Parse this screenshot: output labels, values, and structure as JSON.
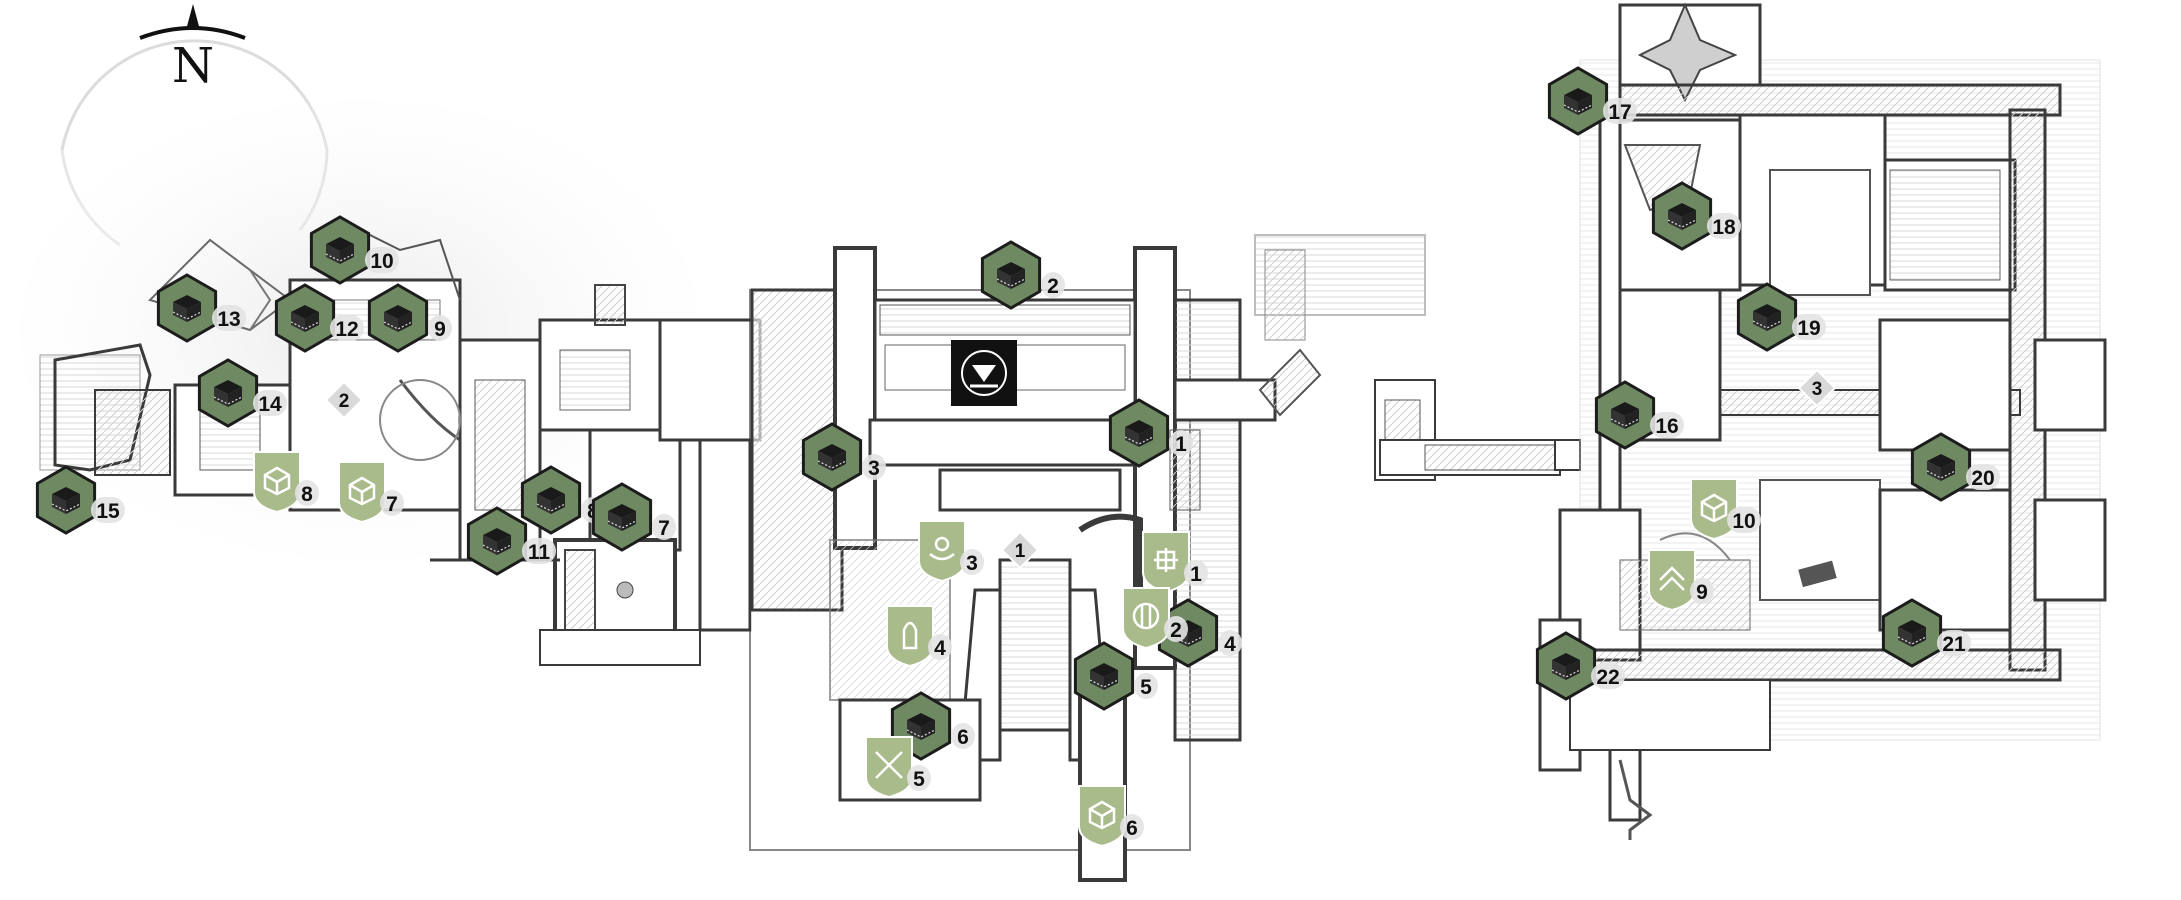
{
  "compass": {
    "label": "N"
  },
  "colors": {
    "hex_fill": "#6f8a63",
    "hex_border": "#1c1c1c",
    "shield_fill": "#a9bb8b",
    "wall": "#3a3a3a",
    "floor": "#ffffff",
    "diamond": "#d9d9d9"
  },
  "regions": [
    "west-wing",
    "central-hall",
    "east-hangar"
  ],
  "objective_icon": "chevron-down-diamond-icon",
  "markers": {
    "hex_crates": [
      {
        "id": "hex-10-west",
        "number": "10",
        "icon": "crate-icon"
      },
      {
        "id": "hex-13-west",
        "number": "13",
        "icon": "crate-icon"
      },
      {
        "id": "hex-12-west",
        "number": "12",
        "icon": "crate-icon"
      },
      {
        "id": "hex-9-west",
        "number": "9",
        "icon": "crate-icon"
      },
      {
        "id": "hex-14-west",
        "number": "14",
        "icon": "crate-icon"
      },
      {
        "id": "hex-15-west",
        "number": "15",
        "icon": "crate-icon"
      },
      {
        "id": "hex-8-west",
        "number": "8",
        "icon": "crate-icon"
      },
      {
        "id": "hex-7-west",
        "number": "7",
        "icon": "crate-icon"
      },
      {
        "id": "hex-11-west",
        "number": "11",
        "icon": "crate-icon"
      },
      {
        "id": "hex-2-central",
        "number": "2",
        "icon": "crate-icon"
      },
      {
        "id": "hex-3-central",
        "number": "3",
        "icon": "crate-icon"
      },
      {
        "id": "hex-1-central",
        "number": "1",
        "icon": "crate-icon"
      },
      {
        "id": "hex-4-central",
        "number": "4",
        "icon": "crate-icon"
      },
      {
        "id": "hex-5-central",
        "number": "5",
        "icon": "crate-icon"
      },
      {
        "id": "hex-6-central",
        "number": "6",
        "icon": "crate-icon"
      },
      {
        "id": "hex-17-east",
        "number": "17",
        "icon": "crate-icon"
      },
      {
        "id": "hex-18-east",
        "number": "18",
        "icon": "crate-icon"
      },
      {
        "id": "hex-19-east",
        "number": "19",
        "icon": "crate-icon"
      },
      {
        "id": "hex-16-east",
        "number": "16",
        "icon": "crate-icon"
      },
      {
        "id": "hex-20-east",
        "number": "20",
        "icon": "crate-icon"
      },
      {
        "id": "hex-21-east",
        "number": "21",
        "icon": "crate-icon"
      },
      {
        "id": "hex-22-east",
        "number": "22",
        "icon": "crate-icon"
      }
    ],
    "shield_badges": [
      {
        "id": "shield-8-west",
        "number": "8",
        "icon": "cube-icon"
      },
      {
        "id": "shield-7-west",
        "number": "7",
        "icon": "cube-icon"
      },
      {
        "id": "shield-3-central",
        "number": "3",
        "icon": "ship-icon"
      },
      {
        "id": "shield-4-central",
        "number": "4",
        "icon": "bullet-icon"
      },
      {
        "id": "shield-1-central",
        "number": "1",
        "icon": "medkit-icon"
      },
      {
        "id": "shield-2-central",
        "number": "2",
        "icon": "target-icon"
      },
      {
        "id": "shield-5-central",
        "number": "5",
        "icon": "crossed-swords-icon"
      },
      {
        "id": "shield-6-central",
        "number": "6",
        "icon": "cube-icon"
      },
      {
        "id": "shield-10-east",
        "number": "10",
        "icon": "cube-icon"
      },
      {
        "id": "shield-9-east",
        "number": "9",
        "icon": "arrows-up-icon"
      }
    ],
    "diamonds": [
      {
        "id": "diamond-2-west",
        "number": "2"
      },
      {
        "id": "diamond-1-central",
        "number": "1"
      },
      {
        "id": "diamond-3-east",
        "number": "3"
      }
    ]
  }
}
